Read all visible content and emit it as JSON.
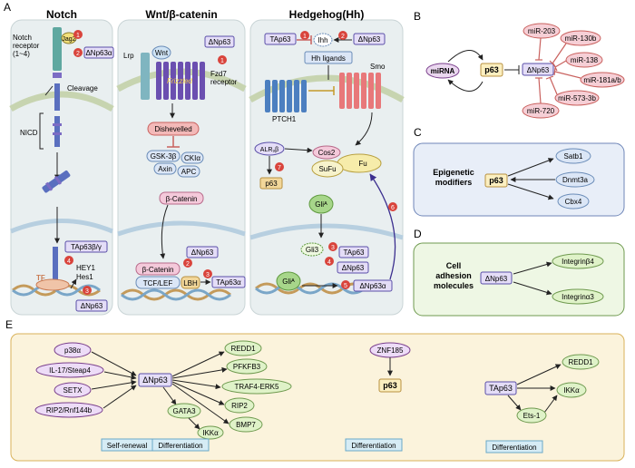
{
  "panel_letters": {
    "a": "A",
    "b": "B",
    "c": "C",
    "d": "D",
    "e": "E"
  },
  "notch": {
    "title": "Notch",
    "jag2": "Jag2",
    "receptor": [
      "Notch",
      "receptor",
      "(1~4)"
    ],
    "dnp63a": "ΔNp63α",
    "cleavage": "Cleavage",
    "nicd": "NICD",
    "tap63bg": "TAp63β/γ",
    "hey1": "HEY1",
    "hes1": "Hes1",
    "tf": "TF",
    "dnp63": "ΔNp63",
    "badges": [
      "1",
      "2",
      "4",
      "3"
    ]
  },
  "wnt": {
    "title": "Wnt/β-catenin",
    "lrp": "Lrp",
    "wnt": "Wnt",
    "frizzled": "Frizzled",
    "dnp63": "ΔNp63",
    "fzd7": [
      "Fzd7",
      "receptor"
    ],
    "dishevelled": "Dishevelled",
    "gsk": "GSK-3β",
    "cki": "CKIα",
    "axin": "Axin",
    "apc": "APC",
    "bcat": "β-Catenin",
    "bcat2": "β-Catenin",
    "dnp63_2": "ΔNp63",
    "tcf": "TCF/LEF",
    "lbh": "LBH",
    "tap63a": "TAp63α",
    "badges": [
      "1",
      "2",
      "3"
    ]
  },
  "hh": {
    "title": "Hedgehog(Hh)",
    "tap63": "TAp63",
    "ihh": "Ihh",
    "dnp63": "ΔNp63",
    "ligands": "Hh ligands",
    "smo": "Smo",
    "ptch1": "PTCH1",
    "alr": "ALR₉β",
    "cos2": "Cos2",
    "fu": "Fu",
    "sufu": "SuFu",
    "p63": "p63",
    "gli_a": "Gliᴬ",
    "gli3": "Gli3",
    "tap63_2": "TAp63",
    "dnp63_2": "ΔNp63",
    "gli_a2": "Gliᴬ",
    "dnp63a": "ΔNp63α",
    "badges": [
      "1",
      "2",
      "7",
      "6",
      "3",
      "4",
      "5"
    ]
  },
  "b": {
    "mirna": "miRNA",
    "p63": "p63",
    "dnp63": "ΔNp63",
    "mirs": [
      "miR-203",
      "miR-130b",
      "miR-138",
      "miR-181a/b",
      "miR-573-3b",
      "miR-720"
    ]
  },
  "c": {
    "label": [
      "Epigenetic",
      "modifiers"
    ],
    "p63": "p63",
    "targets": [
      "Satb1",
      "Dnmt3a",
      "Cbx4"
    ]
  },
  "d": {
    "label": [
      "Cell",
      "adhesion",
      "molecules"
    ],
    "dnp63": "ΔNp63",
    "targets": [
      "Integrinβ4",
      "Integrinα3"
    ]
  },
  "e": {
    "inputs": [
      "p38α",
      "IL-17/Steap4",
      "SETX",
      "RIP2/Rnf144b"
    ],
    "dnp63": "ΔNp63",
    "outputs": [
      "REDD1",
      "PFKFB3",
      "TRAF4-ERK5",
      "RIP2",
      "BMP7"
    ],
    "gata3": "GATA3",
    "ikka": "IKKα",
    "znf185": "ZNF185",
    "p63": "p63",
    "tap63": "TAp63",
    "redd1": "REDD1",
    "ets1": "Ets-1",
    "ikka2": "IKKα",
    "tags": [
      "Self-renewal",
      "Differentiation",
      "Differentiation",
      "Differentiation"
    ]
  },
  "colors": {
    "ring_fill": "#e6eef0",
    "panel_e_fill": "#fbf3dc",
    "panel_e_border": "#d9b25a",
    "pink_node": "#f4c9da",
    "purple_node": "#e9dcf7",
    "green_node": "#dff2c8",
    "blue_node": "#dbe6f6",
    "badge": "#d9443c",
    "arrow_purple": "#3c2f8f"
  }
}
